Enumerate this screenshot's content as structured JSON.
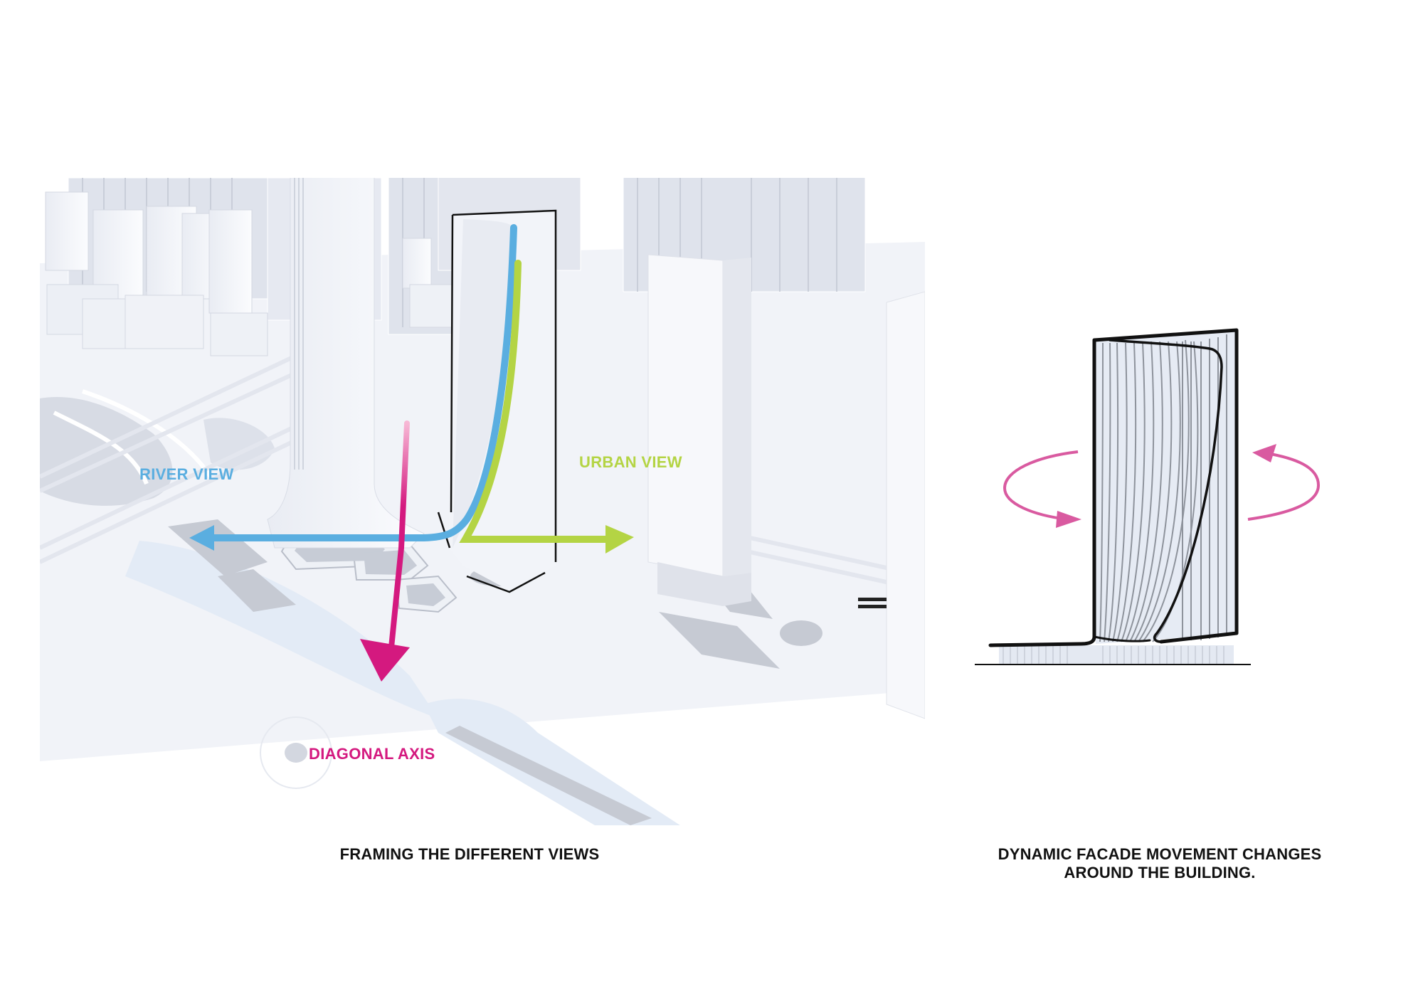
{
  "colors": {
    "river": "#5aaee0",
    "urban": "#b4d444",
    "diagonal": "#d4197f",
    "rotation_arrows": "#d95aa0",
    "outline": "#111111",
    "massing": "#f4f6fb",
    "massing_shadow": "#d8dce6",
    "ground_pads": "#bfc3cc",
    "water": "#e6eef8"
  },
  "render": {
    "labels": {
      "river_view": "RIVER VIEW",
      "urban_view": "URBAN VIEW",
      "diagonal_axis": "DIAGONAL AXIS"
    },
    "caption": "FRAMING THE DIFFERENT VIEWS"
  },
  "facade_diagram": {
    "caption_line1": "DYNAMIC FACADE MOVEMENT CHANGES",
    "caption_line2": "AROUND THE BUILDING."
  }
}
